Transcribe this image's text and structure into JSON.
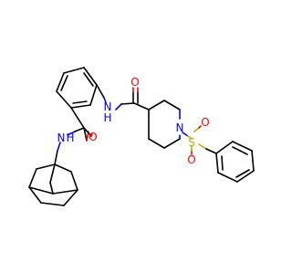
{
  "molecule": {
    "colors": {
      "carbon_bond": "#000000",
      "nitrogen": "#0000ff",
      "oxygen": "#ff0000",
      "sulfur": "#b2b200"
    },
    "atom_labels": [
      {
        "id": "nh-amide-1",
        "text": "N",
        "sub": "H",
        "element": "N"
      },
      {
        "id": "o-carbonyl-1",
        "text": "O",
        "element": "O"
      },
      {
        "id": "nh-amide-2",
        "text": "H",
        "sub": "N",
        "element": "N"
      },
      {
        "id": "o-carbonyl-2",
        "text": "O",
        "element": "O"
      },
      {
        "id": "n-piperidine",
        "text": "N",
        "element": "N"
      },
      {
        "id": "s-sulfonyl",
        "text": "S",
        "element": "S"
      },
      {
        "id": "o-sulfonyl-1",
        "text": "O",
        "element": "O"
      },
      {
        "id": "o-sulfonyl-2",
        "text": "O",
        "element": "O"
      }
    ]
  }
}
